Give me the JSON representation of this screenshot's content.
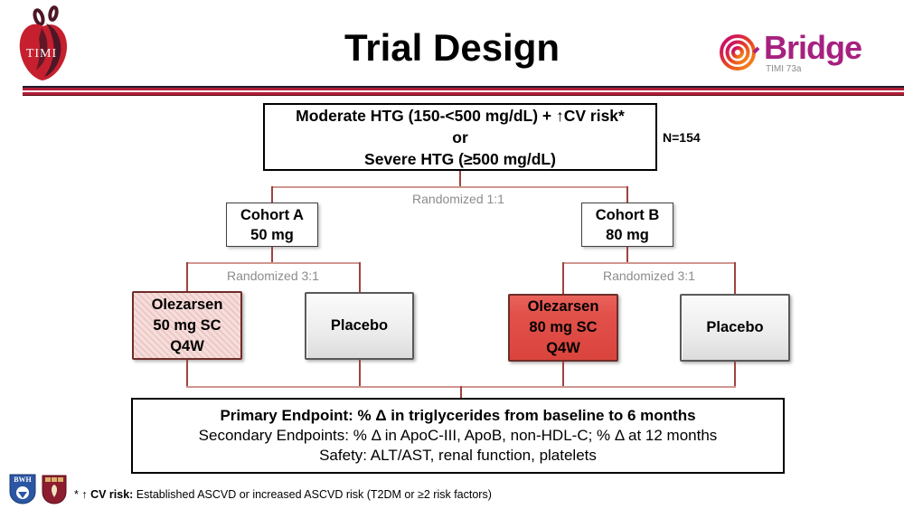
{
  "header": {
    "title": "Trial Design",
    "timi_logo_text": "TIMI",
    "bridge_name": "Bridge",
    "bridge_subtitle": "TIMI 73a"
  },
  "flowchart": {
    "eligibility": {
      "line1": "Moderate HTG (150-<500 mg/dL) + ↑CV risk*",
      "line2": "or",
      "line3": "Severe HTG (≥500 mg/dL)"
    },
    "n_label": "N=154",
    "randomized_top": "Randomized 1:1",
    "randomized_left": "Randomized 3:1",
    "randomized_right": "Randomized 3:1",
    "cohort_a": {
      "line1": "Cohort A",
      "line2": "50 mg"
    },
    "cohort_b": {
      "line1": "Cohort B",
      "line2": "80 mg"
    },
    "olezarsen50": {
      "line1": "Olezarsen",
      "line2": "50 mg SC",
      "line3": "Q4W"
    },
    "placebo_left": "Placebo",
    "olezarsen80": {
      "line1": "Olezarsen",
      "line2": "80 mg SC",
      "line3": "Q4W"
    },
    "placebo_right": "Placebo",
    "endpoints": {
      "primary": "Primary Endpoint: % Δ in triglycerides from baseline to 6 months",
      "secondary": "Secondary Endpoints: % Δ in ApoC-III, ApoB, non-HDL-C; % Δ at 12 months",
      "safety": "Safety: ALT/AST, renal function, platelets"
    }
  },
  "footer": {
    "footnote_prefix": "* ↑ ",
    "footnote_bold": "CV risk:",
    "footnote_rest": " Established ASCVD or increased ASCVD risk (T2DM or ≥2 risk factors)",
    "bwh_text": "BWH"
  },
  "colors": {
    "separator_crimson": "#b01e36",
    "connector_light": "#d09690",
    "connector_dark": "#9e433d",
    "olezarsen80_fill": "#e2504a",
    "olezarsen_border": "#6e2d29",
    "olezarsen50_fill": "#f6dedc",
    "placebo_fill": "#ececec",
    "placebo_border": "#595959",
    "bridge_magenta": "#a6217f",
    "timi_red": "#c6202f",
    "timi_dark": "#4d1626",
    "label_gray": "#8c8c8c"
  }
}
